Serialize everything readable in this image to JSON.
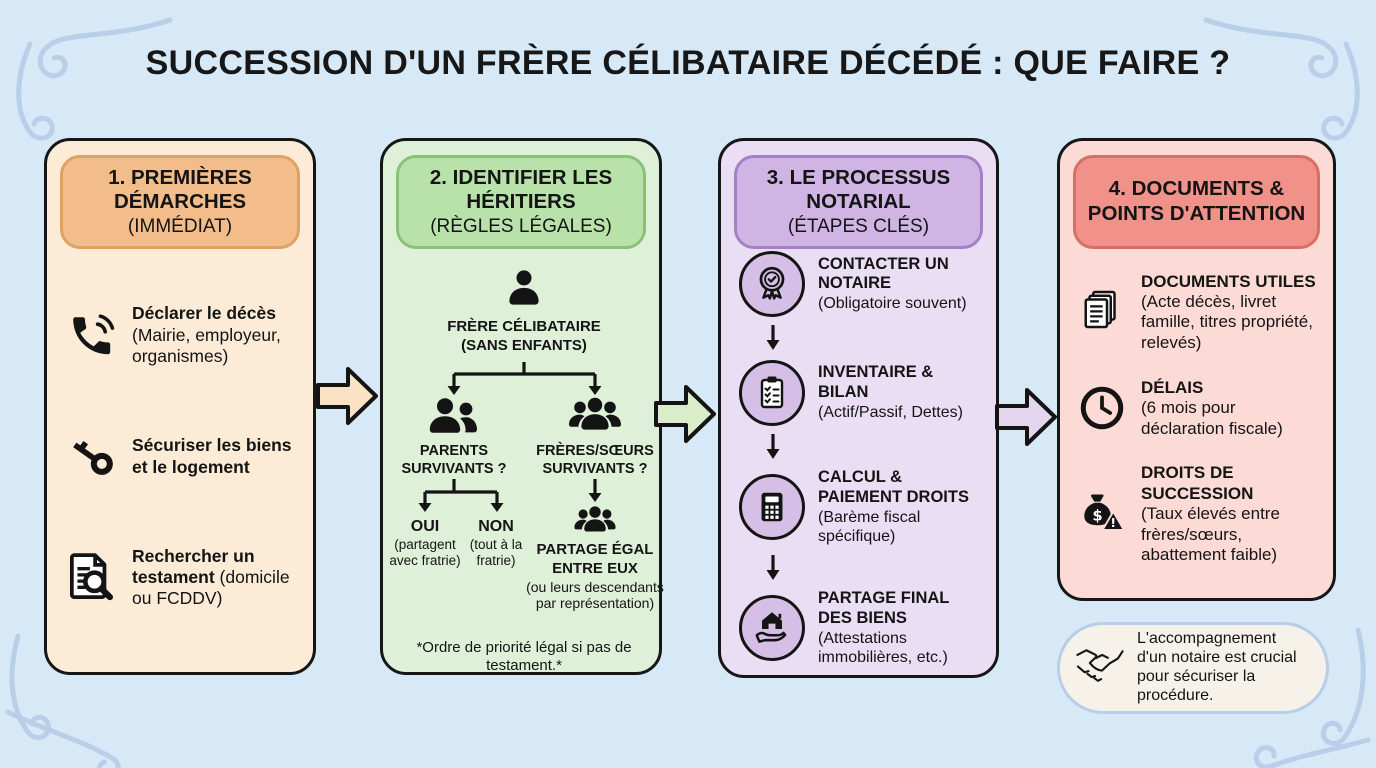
{
  "title": "SUCCESSION D'UN FRÈRE CÉLIBATAIRE DÉCÉDÉ : QUE FAIRE ?",
  "colors": {
    "background": "#d7e8f6",
    "swirl": "#b6cce8",
    "panel1_bg": "#fcebd6",
    "panel1_header": "#f3bd8b",
    "panel2_bg": "#dff0d8",
    "panel2_header": "#b9e2aa",
    "panel3_bg": "#e9def3",
    "panel3_header": "#cfb4e4",
    "panel4_bg": "#fcdbd6",
    "panel4_header": "#f0918a",
    "arrow1": "#fae2c5",
    "arrow2": "#d9edca",
    "arrow3": "#e5d6f0",
    "step_circle": "#d6bfe7",
    "figure_gray": "#7a7a7a"
  },
  "columns": [
    {
      "header": {
        "title": "1. PREMIÈRES DÉMARCHES",
        "subtitle": "(IMMÉDIAT)"
      },
      "items": [
        {
          "icon": "phone-icon",
          "title": "Déclarer le décès",
          "desc": "(Mairie, employeur, organismes)"
        },
        {
          "icon": "key-icon",
          "title": "Sécuriser les biens et le logement",
          "desc": ""
        },
        {
          "icon": "document-search-icon",
          "title": "Rechercher un testament",
          "desc": "(domicile ou FCDDV)"
        }
      ]
    },
    {
      "header": {
        "title": "2. IDENTIFIER LES HÉRITIERS",
        "subtitle": "(RÈGLES LÉGALES)"
      },
      "tree": {
        "root": {
          "icon": "person-icon",
          "label": "FRÈRE CÉLIBATAIRE",
          "sublabel": "(SANS ENFANTS)"
        },
        "parents": {
          "icon": "parents-icon",
          "label": "PARENTS",
          "sublabel": "SURVIVANTS ?"
        },
        "siblings": {
          "icon": "siblings-icon",
          "label": "FRÈRES/SŒURS",
          "sublabel": "SURVIVANTS ?"
        },
        "yes": {
          "label": "OUI",
          "desc": "(partagent avec fratrie)"
        },
        "no": {
          "label": "NON",
          "desc": "(tout à la fratrie)"
        },
        "share": {
          "icon": "group-icon",
          "label": "PARTAGE ÉGAL ENTRE EUX",
          "desc": "(ou leurs descendants par représentation)"
        },
        "footnote": "*Ordre de priorité légal si pas de testament.*"
      }
    },
    {
      "header": {
        "title": "3. LE PROCESSUS NOTARIAL",
        "subtitle": "(ÉTAPES CLÉS)"
      },
      "steps": [
        {
          "icon": "award-icon",
          "title": "CONTACTER UN NOTAIRE",
          "desc": "(Obligatoire souvent)"
        },
        {
          "icon": "checklist-icon",
          "title": "INVENTAIRE & BILAN",
          "desc": "(Actif/Passif, Dettes)"
        },
        {
          "icon": "calculator-icon",
          "title": "CALCUL & PAIEMENT DROITS",
          "desc": "(Barème fiscal spécifique)"
        },
        {
          "icon": "house-hand-icon",
          "title": "PARTAGE FINAL DES BIENS",
          "desc": "(Attestations immobilières, etc.)"
        }
      ]
    },
    {
      "header": {
        "title": "4. DOCUMENTS & POINTS D'ATTENTION",
        "subtitle": ""
      },
      "items": [
        {
          "icon": "documents-icon",
          "title": "DOCUMENTS UTILES",
          "desc": "(Acte décès, livret famille, titres propriété, relevés)"
        },
        {
          "icon": "clock-icon",
          "title": "DÉLAIS",
          "desc": "(6 mois pour déclaration fiscale)"
        },
        {
          "icon": "money-bag-warning-icon",
          "title": "DROITS DE SUCCESSION",
          "desc": "(Taux élevés entre frères/sœurs, abattement faible)"
        }
      ]
    }
  ],
  "callout": {
    "icon": "handshake-icon",
    "text": "L'accompagnement d'un notaire est crucial pour sécuriser la procédure."
  }
}
